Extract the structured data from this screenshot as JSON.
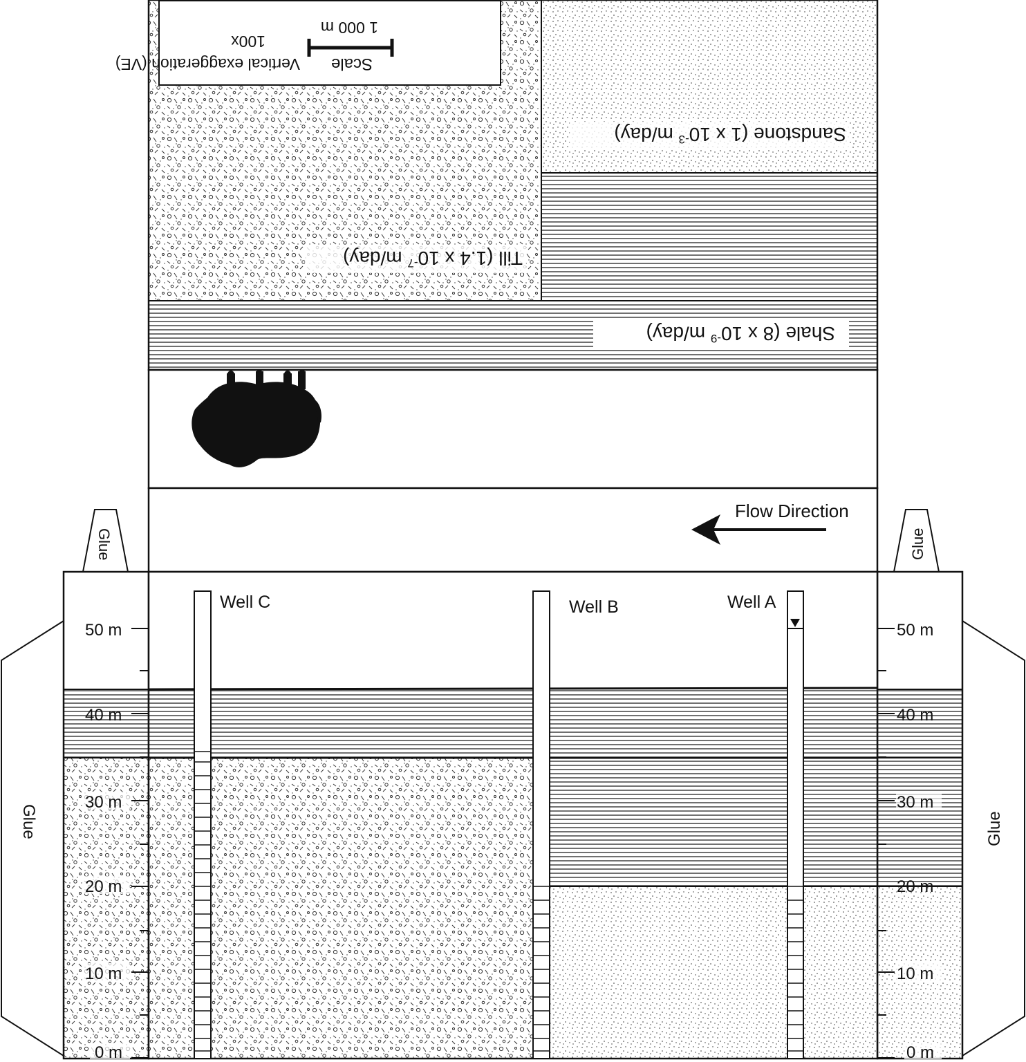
{
  "layers": {
    "till": "Till  (1.4 x 10",
    "till_exp": "-7",
    "till_unit": " m/day)",
    "sandstone": "Sandstone (1 x 10",
    "sandstone_exp": "-3",
    "sandstone_unit": " m/day)",
    "shale": "Shale (8 x 10",
    "shale_exp": "-9",
    "shale_unit": " m/day)"
  },
  "scale_box": {
    "title": "Scale",
    "distance": "1 000 m",
    "ve_label": "Vertical exaggeration (VE)",
    "ve_value": "100x"
  },
  "flow": {
    "label": "Flow Direction"
  },
  "glue": {
    "label": "Glue"
  },
  "wells": [
    {
      "name": "Well C"
    },
    {
      "name": "Well B"
    },
    {
      "name": "Well A"
    }
  ],
  "axis": {
    "ticks": [
      "50 m",
      "40 m",
      "30 m",
      "20 m",
      "10 m",
      "0 m"
    ]
  },
  "colors": {
    "ink": "#111111",
    "paper": "#ffffff"
  }
}
